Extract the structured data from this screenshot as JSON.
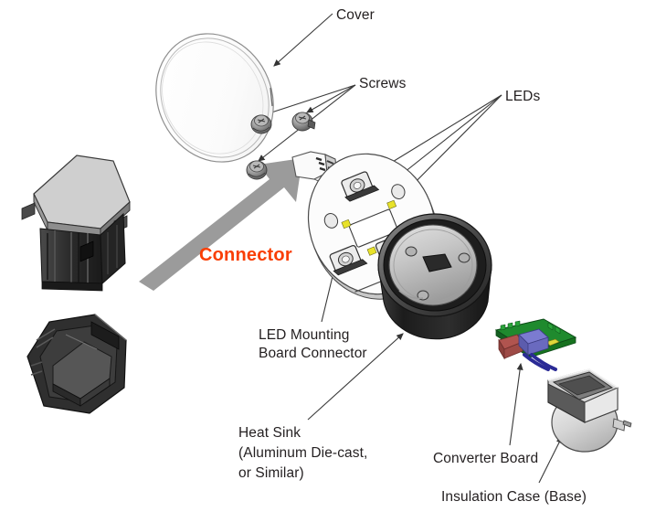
{
  "diagram": {
    "title": "LED Lamp Exploded Assembly Diagram",
    "type": "exploded-view",
    "background_color": "#ffffff",
    "accent_color": "#f93e04",
    "text_color": "#231f20"
  },
  "labels": {
    "cover": "Cover",
    "screws": "Screws",
    "leds": "LEDs",
    "connector": "Connector",
    "led_mounting_board_connector_line1": "LED Mounting",
    "led_mounting_board_connector_line2": "Board Connector",
    "heat_sink_line1": "Heat Sink",
    "heat_sink_line2": "(Aluminum Die-cast,",
    "heat_sink_line3": "or Similar)",
    "converter_board": "Converter Board",
    "insulation_case": "Insulation Case (Base)"
  },
  "parts": [
    {
      "name": "cover",
      "label": "Cover",
      "description": "Flat round translucent lens/cover disc",
      "color": "#fdfdfd"
    },
    {
      "name": "screws",
      "label": "Screws",
      "count": 3,
      "color": "#9a9a9a"
    },
    {
      "name": "leds",
      "label": "LEDs",
      "count": 3,
      "color": "#e8e8e8"
    },
    {
      "name": "led-mounting-board",
      "label": "LED Mounting Board",
      "color": "#fbfbfb"
    },
    {
      "name": "led-mounting-board-connector",
      "label": "LED Mounting Board Connector",
      "color": "#f2f2f2"
    },
    {
      "name": "heat-sink",
      "label": "Heat Sink (Aluminum Die-cast, or Similar)",
      "color": "#2b2b2b"
    },
    {
      "name": "converter-board",
      "label": "Converter Board",
      "color": "#1f8a2e"
    },
    {
      "name": "insulation-case",
      "label": "Insulation Case (Base)",
      "color": "#d9d9d9"
    },
    {
      "name": "connector-upper",
      "label": "Connector",
      "color": "#3a3a3a"
    },
    {
      "name": "connector-lower",
      "label": "Connector",
      "color": "#303030"
    }
  ],
  "colors": {
    "connector_text": "#f93e04",
    "leader_line": "#444444",
    "big_arrow": "#9b9b9b",
    "pcb_green": "#1f8a2e",
    "component_red": "#b0544f",
    "component_blue": "#6c6cc4",
    "wire_blue": "#2b2b96",
    "led_gold": "#e8e22a",
    "heatsink_dark": "#262626",
    "heatsink_top": "#c9c9c9"
  }
}
